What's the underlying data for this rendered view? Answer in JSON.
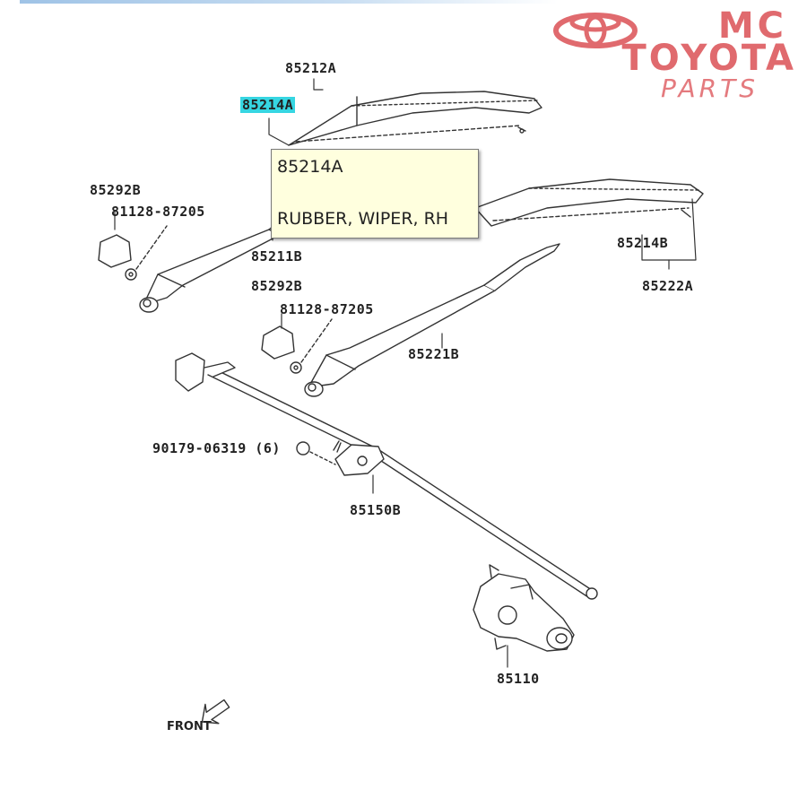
{
  "brand": {
    "line1": "MC",
    "line2": "TOYOTA",
    "line3": "PARTS",
    "color": "#e06a6e"
  },
  "callouts": {
    "p85212a": "85212A",
    "p85214a": "85214A",
    "p85292b_1": "85292B",
    "p81128_1": "81128-87205",
    "p85211b": "85211B",
    "p85292b_2": "85292B",
    "p81128_2": "81128-87205",
    "p85214b": "85214B",
    "p85222a": "85222A",
    "p85221b": "85221B",
    "p90179": "90179-06319 (6)",
    "p85150b": "85150B",
    "p85110": "85110",
    "front": "FRONT"
  },
  "tooltip": {
    "part_no": "85214A",
    "description": "RUBBER, WIPER, RH"
  },
  "highlight_color": "#36d6e2"
}
